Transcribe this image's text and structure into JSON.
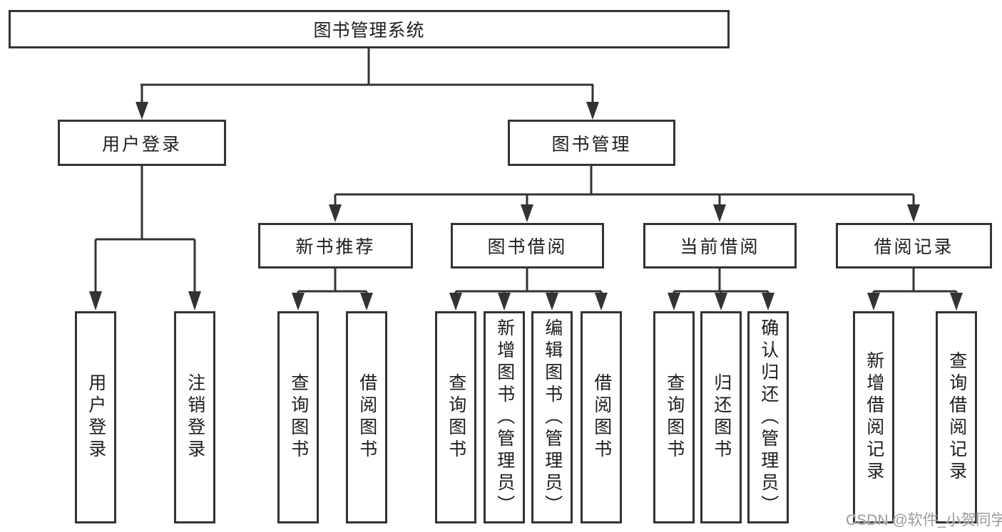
{
  "colors": {
    "line": "#333333",
    "box_bg": "#ffffff",
    "text": "#1d1d1d",
    "watermark": "#9b9b9b",
    "background": "#ffffff"
  },
  "root": {
    "label": "图书管理系统"
  },
  "branches": [
    {
      "label": "用户登录",
      "leaves": [
        "用户登录",
        "注销登录"
      ]
    },
    {
      "label": "图书管理",
      "groups": [
        {
          "label": "新书推荐",
          "leaves": [
            "查询图书",
            "借阅图书"
          ]
        },
        {
          "label": "图书借阅",
          "leaves": [
            "查询图书",
            "新增图书（管理员）",
            "编辑图书（管理员）",
            "借阅图书"
          ]
        },
        {
          "label": "当前借阅",
          "leaves": [
            "查询图书",
            "归还图书",
            "确认归还（管理员）"
          ]
        },
        {
          "label": "借阅记录",
          "leaves": [
            "新增借阅记录",
            "查询借阅记录"
          ]
        }
      ]
    }
  ],
  "watermark": {
    "text": "CSDN @软件_小贺同学"
  }
}
